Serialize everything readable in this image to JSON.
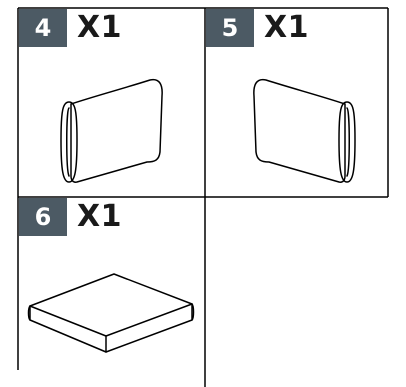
{
  "colors": {
    "badge_bg": "#4c5a64",
    "line": "#000000",
    "paper": "#ffffff"
  },
  "parts": [
    {
      "number": "4",
      "quantity": "X1",
      "icon": "back-cushion-left-icon"
    },
    {
      "number": "5",
      "quantity": "X1",
      "icon": "back-cushion-right-icon"
    },
    {
      "number": "6",
      "quantity": "X1",
      "icon": "seat-cushion-icon"
    }
  ]
}
